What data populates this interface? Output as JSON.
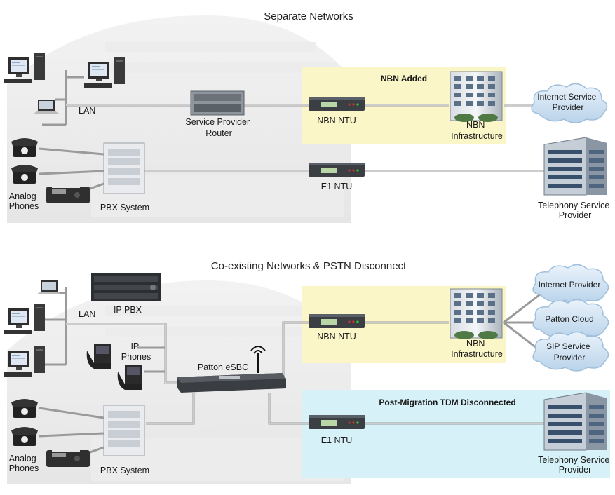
{
  "top": {
    "title": "Separate Networks",
    "zone_title": "NBN Added",
    "lan": "LAN",
    "router_line1": "Service Provider",
    "router_line2": "Router",
    "nbn_ntu": "NBN NTU",
    "nbn_infra_line1": "NBN",
    "nbn_infra_line2": "Infrastructure",
    "isp_line1": "Internet Service",
    "isp_line2": "Provider",
    "e1_ntu": "E1 NTU",
    "tsp_line1": "Telephony Service",
    "tsp_line2": "Provider",
    "phones_line1": "Analog",
    "phones_line2": "Phones",
    "pbx": "PBX System"
  },
  "bottom": {
    "title": "Co-existing Networks & PSTN Disconnect",
    "zone_title_nbn": "",
    "zone_title_tdm": "Post-Migration TDM Disconnected",
    "lan": "LAN",
    "ip_pbx": "IP PBX",
    "ip_phones_line1": "IP",
    "ip_phones_line2": "Phones",
    "esbc": "Patton eSBC",
    "nbn_ntu": "NBN NTU",
    "nbn_infra_line1": "NBN",
    "nbn_infra_line2": "Infrastructure",
    "internet_provider": "Internet Provider",
    "patton_cloud": "Patton Cloud",
    "sip_line1": "SIP Service",
    "sip_line2": "Provider",
    "e1_ntu": "E1 NTU",
    "tsp_line1": "Telephony Service",
    "tsp_line2": "Provider",
    "phones_line1": "Analog",
    "phones_line2": "Phones",
    "pbx": "PBX System"
  },
  "colors": {
    "nbn_zone": "#fbf6c8",
    "tdm_zone": "#d6f1f8",
    "cloud": "#cfe3f3",
    "wire": "#9a9a9a",
    "device": "#3b3f44"
  }
}
